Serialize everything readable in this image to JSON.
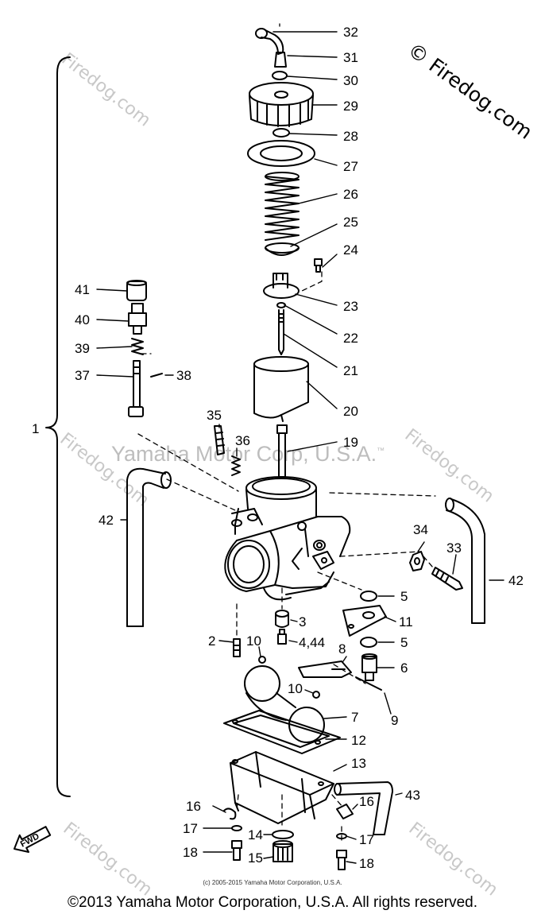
{
  "watermarks": {
    "site": "Firedog.com",
    "corner": "© Firedog.com",
    "center": "Yamaha Motor Corp, U.S.A.",
    "center_mark": "™"
  },
  "labels": {
    "l1": "1",
    "l2": "2",
    "l3": "3",
    "l4": "4,44",
    "l5": "5",
    "l6": "6",
    "l7": "7",
    "l8": "8",
    "l9": "9",
    "l10": "10",
    "l11": "11",
    "l12": "12",
    "l13": "13",
    "l14": "14",
    "l15": "15",
    "l16": "16",
    "l17": "17",
    "l18": "18",
    "l19": "19",
    "l20": "20",
    "l21": "21",
    "l22": "22",
    "l23": "23",
    "l24": "24",
    "l25": "25",
    "l26": "26",
    "l27": "27",
    "l28": "28",
    "l29": "29",
    "l30": "30",
    "l31": "31",
    "l32": "32",
    "l33": "33",
    "l34": "34",
    "l35": "35",
    "l36": "36",
    "l37": "37",
    "l38": "38",
    "l39": "39",
    "l40": "40",
    "l41": "41",
    "l42": "42",
    "l43": "43"
  },
  "fwd_label": "FWD",
  "copyright_small": "(c) 2005-2015 Yamaha Motor Corporation, U.S.A.",
  "copyright_main": "©2013 Yamaha Motor Corporation, U.S.A. All rights reserved."
}
